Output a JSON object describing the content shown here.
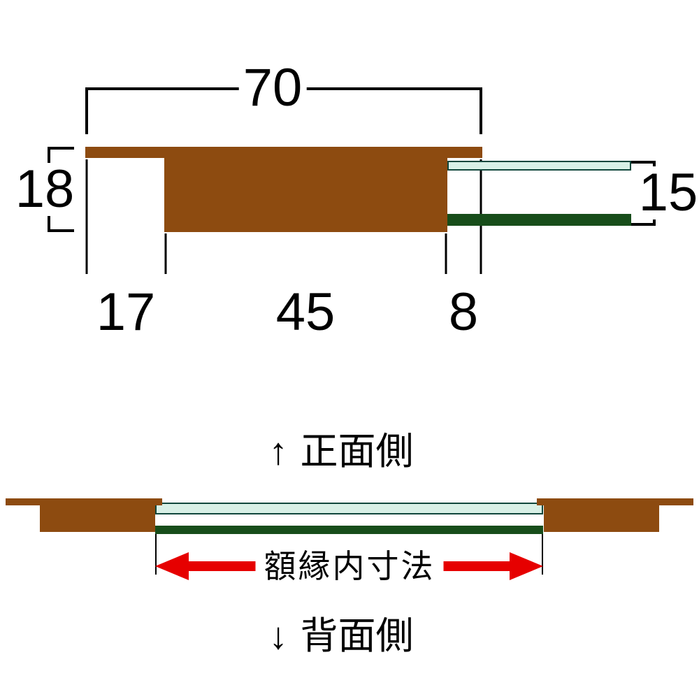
{
  "colors": {
    "bg": "#ffffff",
    "line": "#000000",
    "wood": "#8d4b10",
    "glass": "#d8f0e6",
    "glassedge": "#11473c",
    "board": "#174d1a",
    "arrow": "#e60000"
  },
  "dimensions": {
    "total_width": "70",
    "left_height": "18",
    "right_height": "15",
    "bottom_left": "17",
    "bottom_center": "45",
    "bottom_right": "8"
  },
  "labels": {
    "front_arrow": "↑",
    "front_side": "正面側",
    "inner_dimension": "額縁内寸法",
    "back_arrow": "↓",
    "back_side": "背面側"
  }
}
